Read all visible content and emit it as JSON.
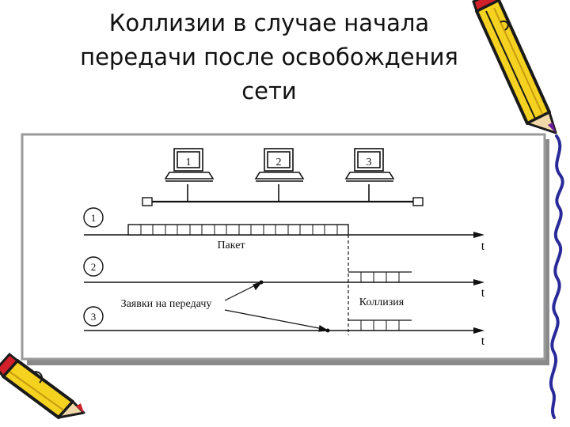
{
  "title": {
    "line1": "Коллизии в случае начала",
    "line2": "передачи после освобождения",
    "line3": "сети"
  },
  "diagram": {
    "stations": [
      "1",
      "2",
      "3"
    ],
    "timelines": [
      "1",
      "2",
      "3"
    ],
    "time_axis_label": "t",
    "packet_label": "Пакет",
    "requests_label": "Заявки на передачу",
    "collision_label": "Коллизия"
  },
  "colors": {
    "frame_shadow": "#8a8a8a",
    "frame_border": "#9a9a9a",
    "pencil_body": "#f5d21f",
    "pencil_outline": "#1a1a1a",
    "pencil_tip": "#6a1aa0",
    "pencil_eraser": "#d2202a",
    "squiggle": "#2a2a9a"
  },
  "decorations": [
    "pencil-icon",
    "pencil-icon",
    "squiggle-decoration"
  ]
}
